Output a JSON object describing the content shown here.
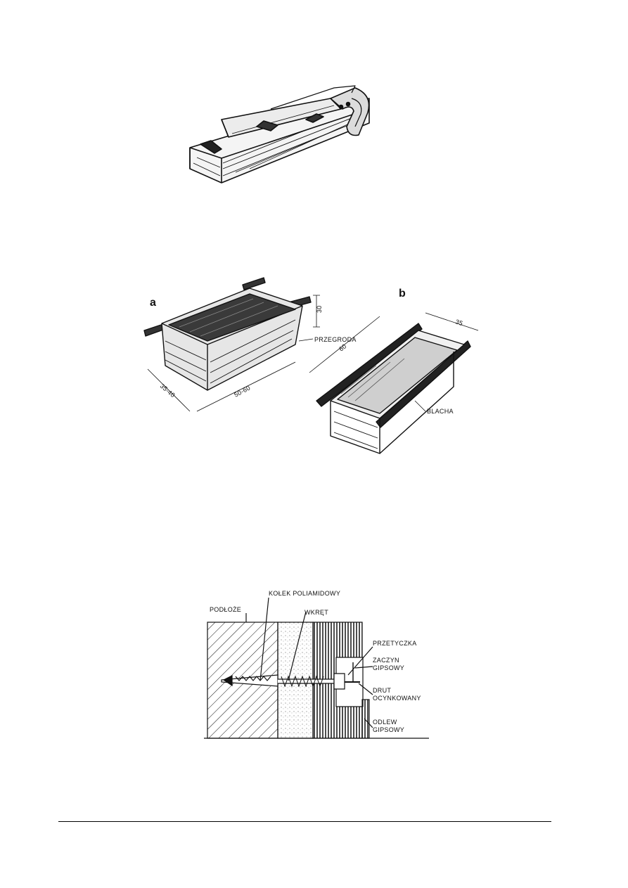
{
  "figure_box": {
    "panel_a_letter": "a",
    "panel_b_letter": "b",
    "dim_a_height": "30",
    "dim_a_width": "35-40",
    "dim_a_length": "50-60",
    "label_przegroda": "PRZEGRODA",
    "dim_b_length": "60",
    "dim_b_width": "35",
    "label_blacha": "BLACHA"
  },
  "figure_anchor": {
    "label_podloze": "PODŁOŻE",
    "label_kolek": "KOŁEK POLIAMIDOWY",
    "label_wkret": "WKRĘT",
    "label_przetyczka": "PRZETYCZKA",
    "label_zaczyn_1": "ZACZYN",
    "label_zaczyn_2": "GIPSOWY",
    "label_drut_1": "DRUT",
    "label_drut_2": "OCYNKOWANY",
    "label_odlew_1": "ODLEW",
    "label_odlew_2": "GIPSOWY"
  }
}
